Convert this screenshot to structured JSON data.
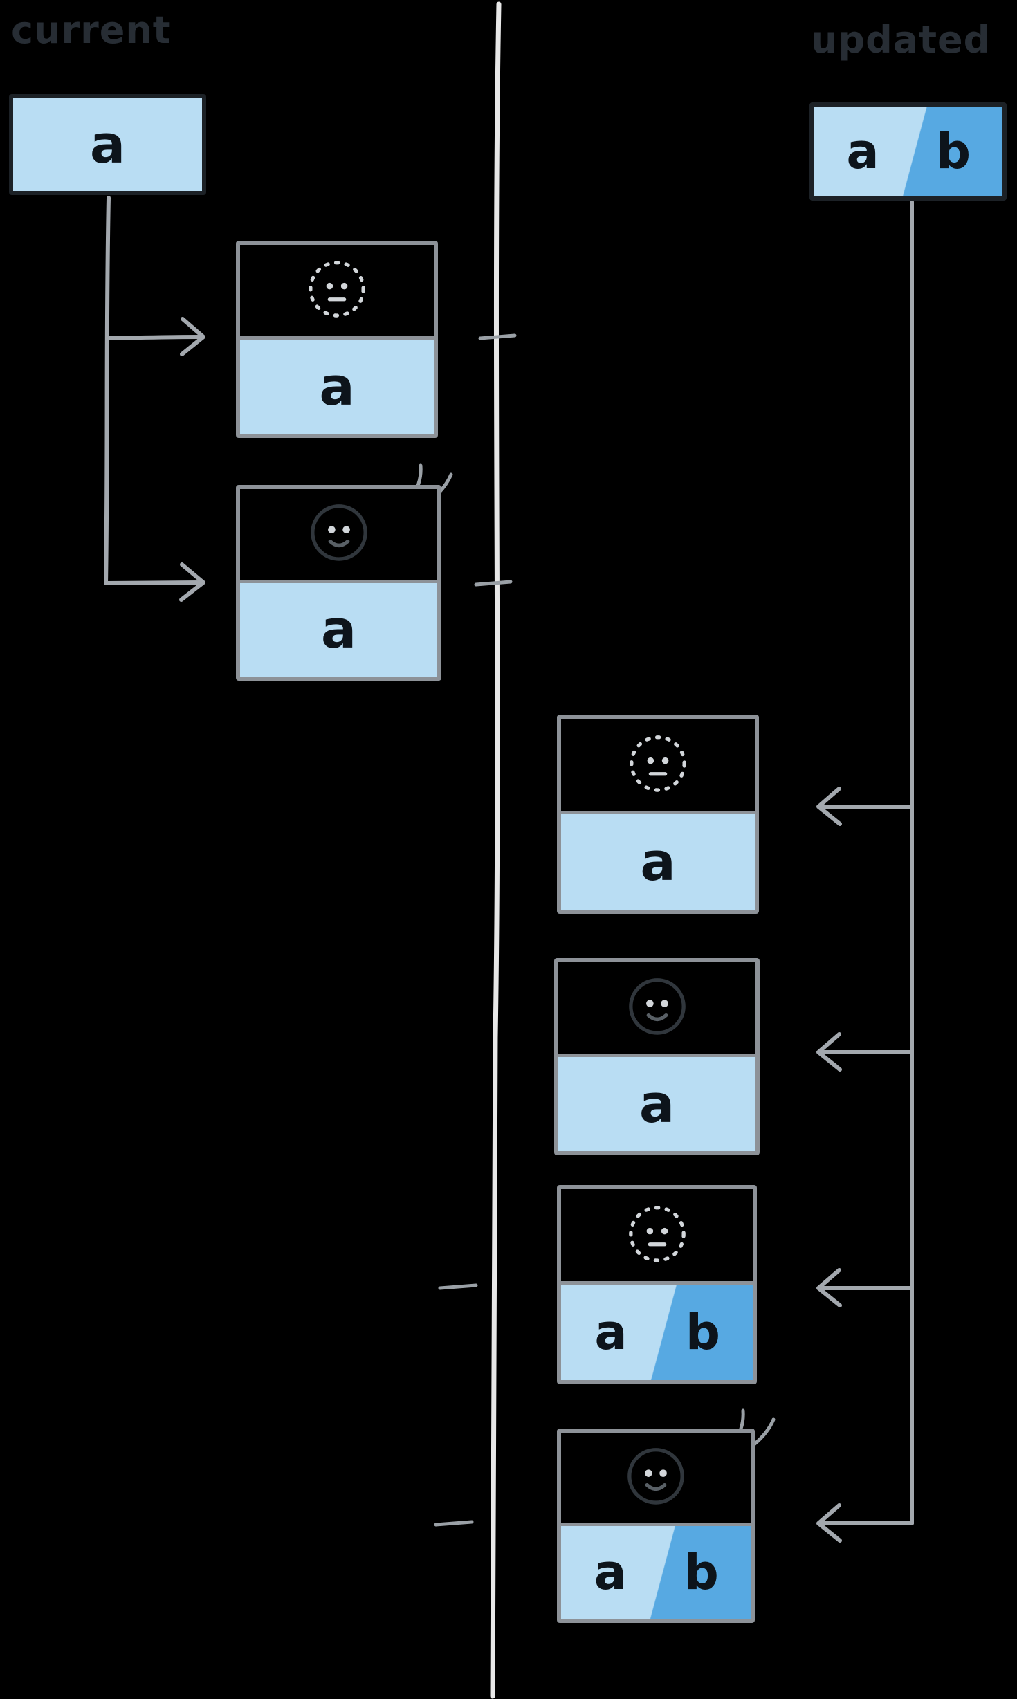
{
  "diagram": {
    "left_panel": {
      "title": "current",
      "state_box": {
        "value": "a"
      },
      "renders": [
        {
          "phase_icon": "dashed-smiley",
          "values": [
            "a"
          ],
          "sparkle": false
        },
        {
          "phase_icon": "smiley",
          "values": [
            "a"
          ],
          "sparkle": true
        }
      ]
    },
    "right_panel": {
      "title": "updated",
      "state_box": {
        "values": [
          "a",
          "b"
        ]
      },
      "renders": [
        {
          "phase_icon": "dashed-smiley",
          "values": [
            "a"
          ],
          "sparkle": false
        },
        {
          "phase_icon": "smiley",
          "values": [
            "a"
          ],
          "sparkle": false
        },
        {
          "phase_icon": "dashed-smiley",
          "values": [
            "a",
            "b"
          ],
          "sparkle": false
        },
        {
          "phase_icon": "smiley",
          "values": [
            "a",
            "b"
          ],
          "sparkle": true
        }
      ]
    },
    "icons": {
      "pending_render": "dashed-smiley",
      "committed_render": "smiley",
      "highlight": "sparkle"
    },
    "colors": {
      "background": "#000000",
      "cell_light_blue": "#b9ddf3",
      "cell_medium_blue": "#57a9e2",
      "letter_dark": "#0d141b",
      "box_border_gray": "#8d9298",
      "state_box_border": "#1c2126",
      "connector_gray": "#a3a8ae",
      "timeline_light": "#e8e8e8",
      "tick_gray": "#9aa0a6",
      "icon_light": "#d2d6da",
      "icon_dark": "#30363c",
      "title_dark": "#272d34"
    }
  }
}
